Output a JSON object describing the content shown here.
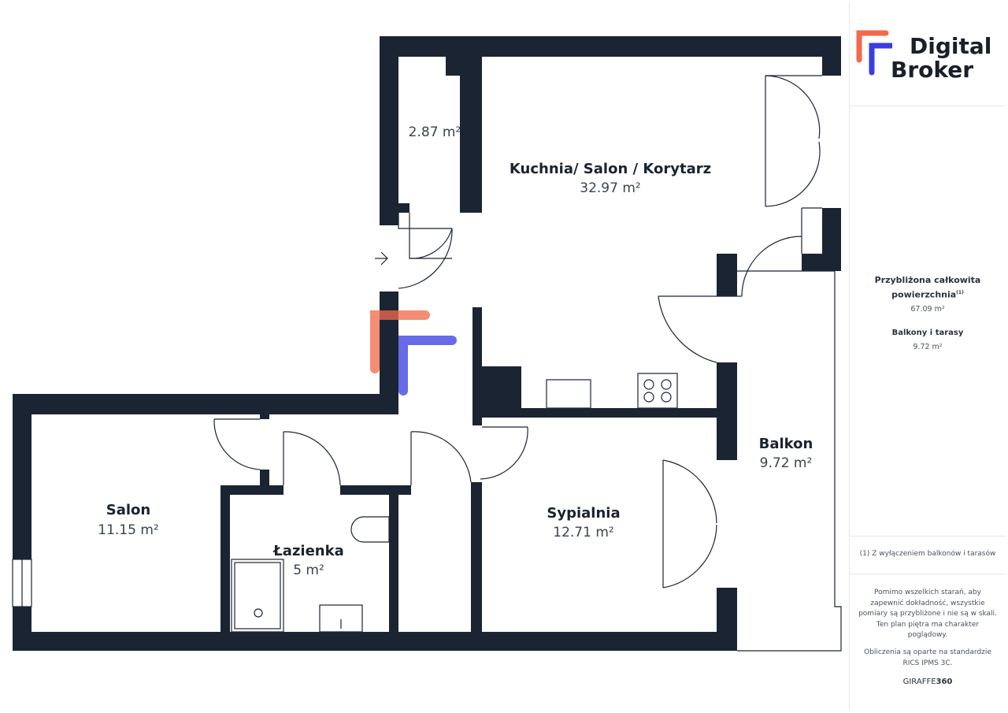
{
  "brand": {
    "name_line1": "Digital",
    "name_line2": "Broker",
    "colors": {
      "orange": "#f26a4b",
      "blue": "#3a3ee0",
      "wall": "#1b2433"
    }
  },
  "rooms": {
    "storage": {
      "area": "2.87 m²"
    },
    "kitchen": {
      "name": "Kuchnia/ Salon / Korytarz",
      "area": "32.97 m²"
    },
    "salon": {
      "name": "Salon",
      "area": "11.15 m²"
    },
    "bathroom": {
      "name": "Łazienka",
      "area": "5 m²"
    },
    "bedroom": {
      "name": "Sypialnia",
      "area": "12.71 m²"
    },
    "balcony": {
      "name": "Balkon",
      "area": "9.72 m²"
    }
  },
  "sidebar": {
    "total_label_line1": "Przybliżona całkowita",
    "total_label_line2": "powierzchnia",
    "total_footnote_mark": "(1)",
    "total_value": "67.09 m²",
    "balcony_label": "Balkony i tarasy",
    "balcony_value": "9.72 m²",
    "footnote": "(1) Z wyłączeniem balkonów i tarasów",
    "disclaimer_lines": [
      "Pomimo wszelkich starań, aby",
      "zapewnić dokładność, wszystkie",
      "pomiary są przybliżone i nie są w skali.",
      "Ten plan piętra ma charakter",
      "poglądowy."
    ],
    "standard_lines": [
      "Obliczenia są oparte na standardzie",
      "RICS IPMS 3C."
    ],
    "credit_prefix": "GIRAFFE",
    "credit_suffix": "360"
  }
}
